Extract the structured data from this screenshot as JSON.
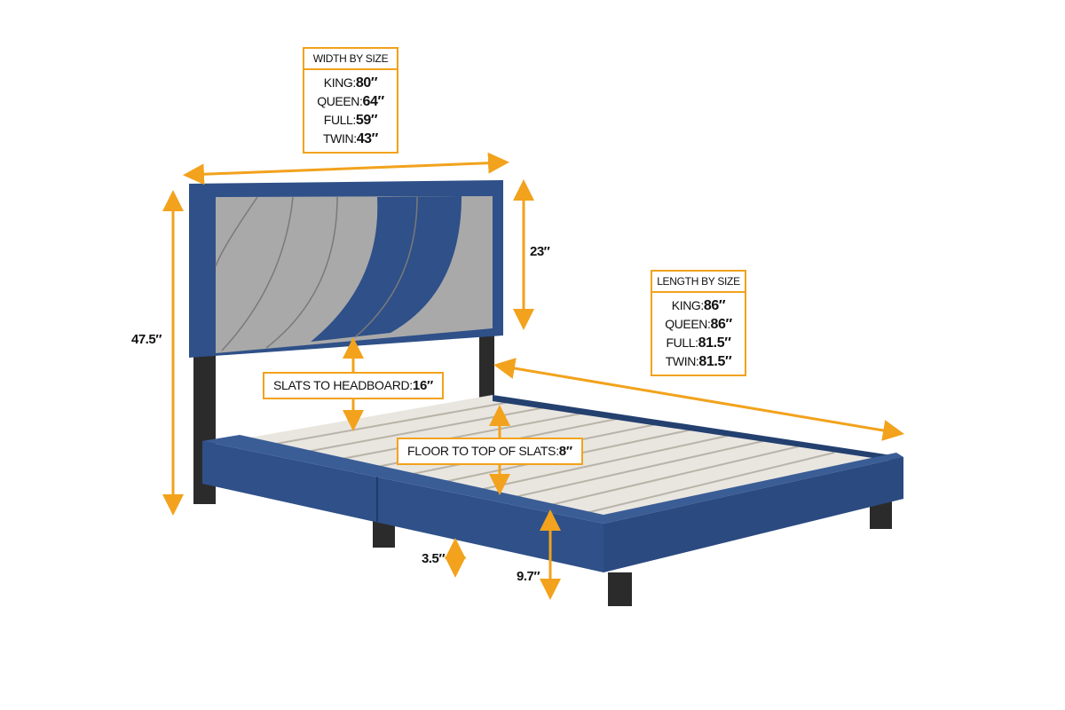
{
  "colors": {
    "accent": "#f2a21c",
    "fabric_blue": "#2f5088",
    "fabric_gray": "#a9a9a9"
  },
  "width_box": {
    "title": "WIDTH BY SIZE",
    "rows": [
      {
        "size": "KING:",
        "value": "80″"
      },
      {
        "size": "QUEEN:",
        "value": "64″"
      },
      {
        "size": "FULL:",
        "value": "59″"
      },
      {
        "size": "TWIN:",
        "value": "43″"
      }
    ]
  },
  "length_box": {
    "title": "LENGTH BY SIZE",
    "rows": [
      {
        "size": "KING:",
        "value": "86″"
      },
      {
        "size": "QUEEN:",
        "value": "86″"
      },
      {
        "size": "FULL:",
        "value": "81.5″"
      },
      {
        "size": "TWIN:",
        "value": "81.5″"
      }
    ]
  },
  "dimensions": {
    "total_height": "47.5″",
    "headboard_height": "23″",
    "leg_height": "3.5″",
    "rail_height": "9.7″"
  },
  "slats_to_headboard": {
    "label": "SLATS TO HEADBOARD:",
    "value": "16″"
  },
  "floor_to_slats": {
    "label": "FLOOR TO TOP OF SLATS:",
    "value": "8″"
  }
}
